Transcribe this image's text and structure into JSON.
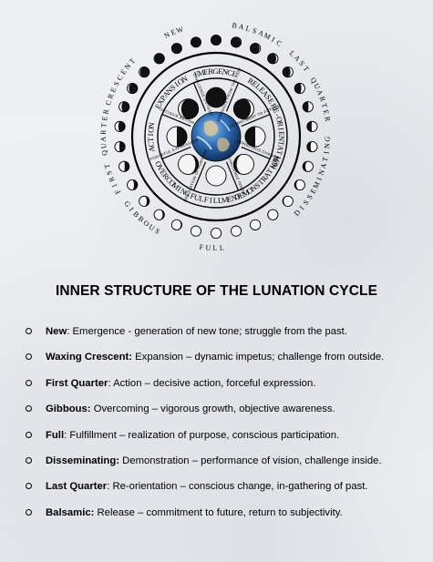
{
  "diagram": {
    "outer_labels": [
      "NEW",
      "BALSAMIC",
      "LAST QUARTER",
      "DISSEMINATING",
      "FULL",
      "GIBBOUS",
      "FIRST QUARTER",
      "CRESCENT"
    ],
    "ring_labels": [
      "EMERGENCE",
      "RELEASE",
      "RE-ORIENTATION",
      "DEMONSTRATION",
      "FULFILLMENT",
      "OVERCOMING",
      "ACTION",
      "EXPANSION"
    ],
    "spoke_labels": [
      "STRUGGLE FROM THE PAST",
      "COMMITMENT TO FUTURE",
      "CONSCIOUS CHANGE",
      "CHALLENGE INSIDE",
      "REALIZATION OF PURPOSE",
      "FORCEFUL EXPRESSION",
      "DECISIVE ACTION",
      "CHALLENGE OUTSIDE"
    ]
  },
  "title": "INNER STRUCTURE OF THE LUNATION CYCLE",
  "items": [
    {
      "term": "New",
      "sep": ":  ",
      "text": "Emergence - generation of new tone; struggle from the past."
    },
    {
      "term": "Waxing Crescent:",
      "sep": " ",
      "text": "Expansion – dynamic impetus; challenge from outside."
    },
    {
      "term": "First Quarter",
      "sep": ": ",
      "text": "Action – decisive action, forceful expression."
    },
    {
      "term": "Gibbous:",
      "sep": " ",
      "text": "Overcoming – vigorous growth, objective awareness."
    },
    {
      "term": "Full",
      "sep": ": ",
      "text": "Fulfillment – realization of purpose, conscious participation."
    },
    {
      "term": "Disseminating:",
      "sep": " ",
      "text": "Demonstration – performance of vision, challenge inside."
    },
    {
      "term": "Last Quarter",
      "sep": ": ",
      "text": "Re-orientation – conscious change, in-gathering of past."
    },
    {
      "term": "Balsamic:",
      "sep": " ",
      "text": "Release – commitment to future, return to subjectivity."
    }
  ]
}
